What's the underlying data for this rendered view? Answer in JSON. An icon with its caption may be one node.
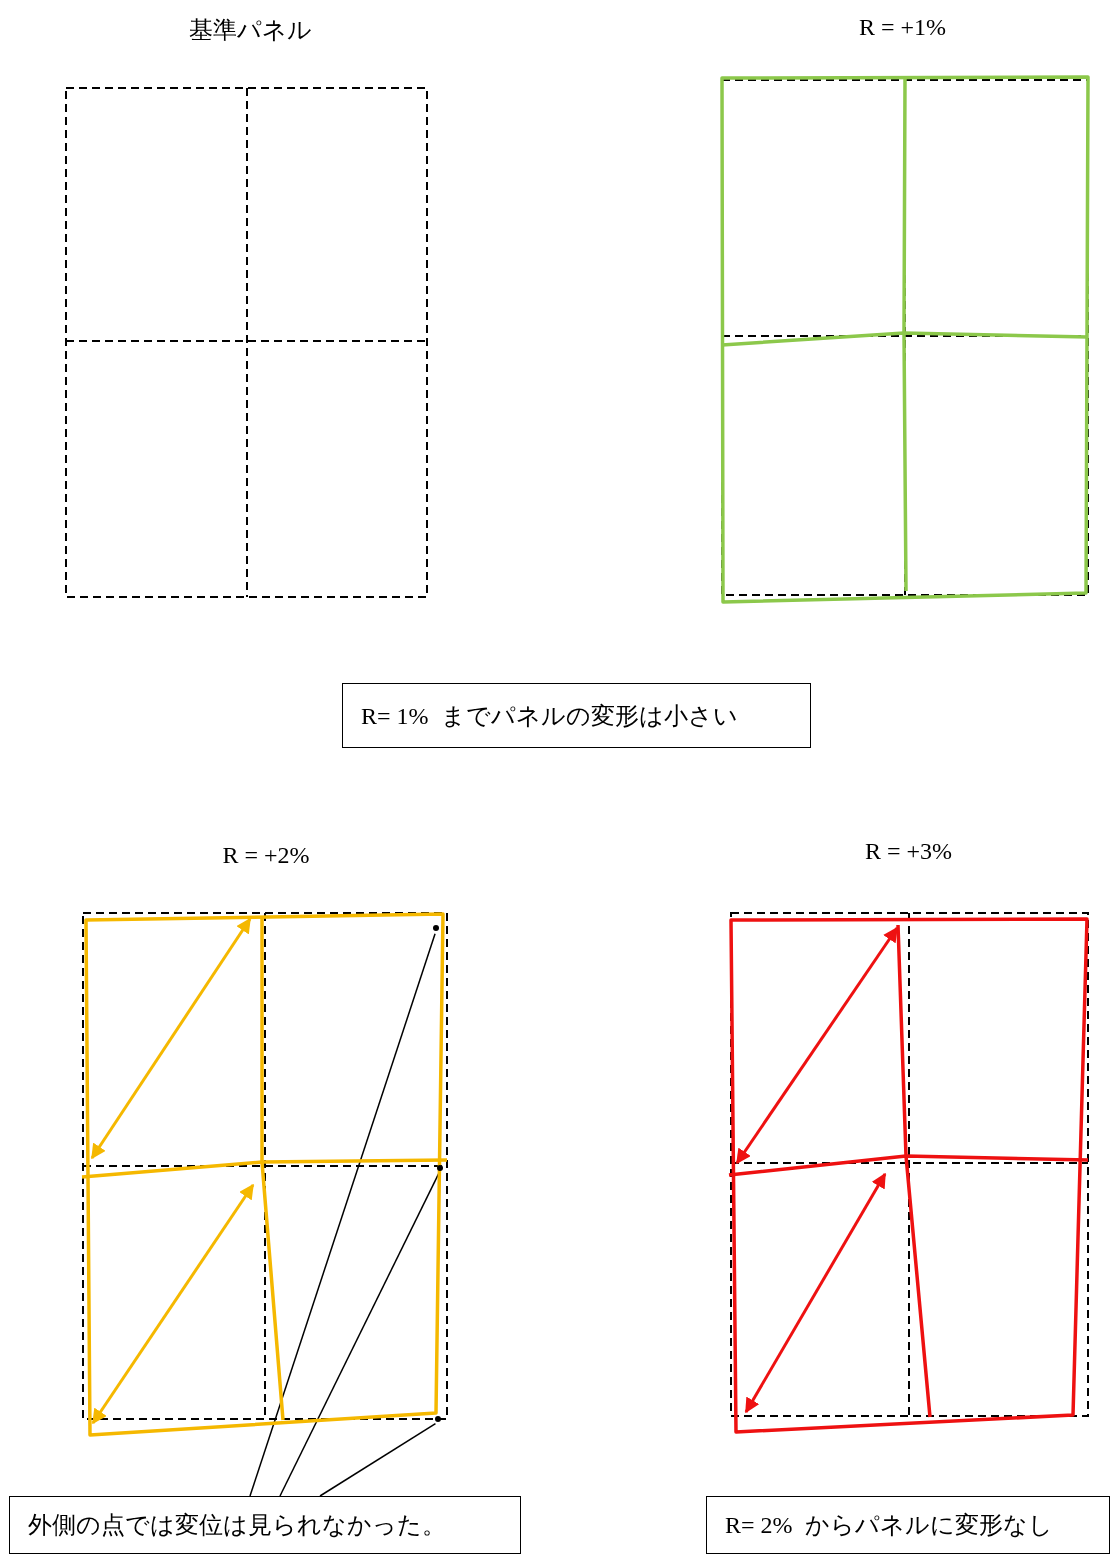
{
  "diagram": {
    "nodes": [
      {
        "text": [
          "基準パネル"
        ]
      },
      {
        "text": [
          "R = +1%"
        ]
      },
      {
        "text": [
          "R= 1%  までパネルの変形は小さい"
        ]
      },
      {
        "text": [
          "R = +2%"
        ]
      },
      {
        "text": [
          "R = +3%"
        ]
      },
      {
        "text": [
          "外側の点では変位は見られなかった。"
        ]
      },
      {
        "text": [
          "R= 2%  からパネルに変形なし"
        ]
      },
      {
        "text": [],
        "shape": "point",
        "in": 3
      },
      {
        "text": [],
        "shape": "point",
        "in": 3
      },
      {
        "text": [],
        "shape": "point",
        "in": 3
      }
    ],
    "edges": [
      {
        "from": 5,
        "to": 7,
        "arrow": "none"
      },
      {
        "from": 5,
        "to": 8,
        "arrow": "none"
      },
      {
        "from": 5,
        "to": 9,
        "arrow": "none"
      }
    ]
  }
}
